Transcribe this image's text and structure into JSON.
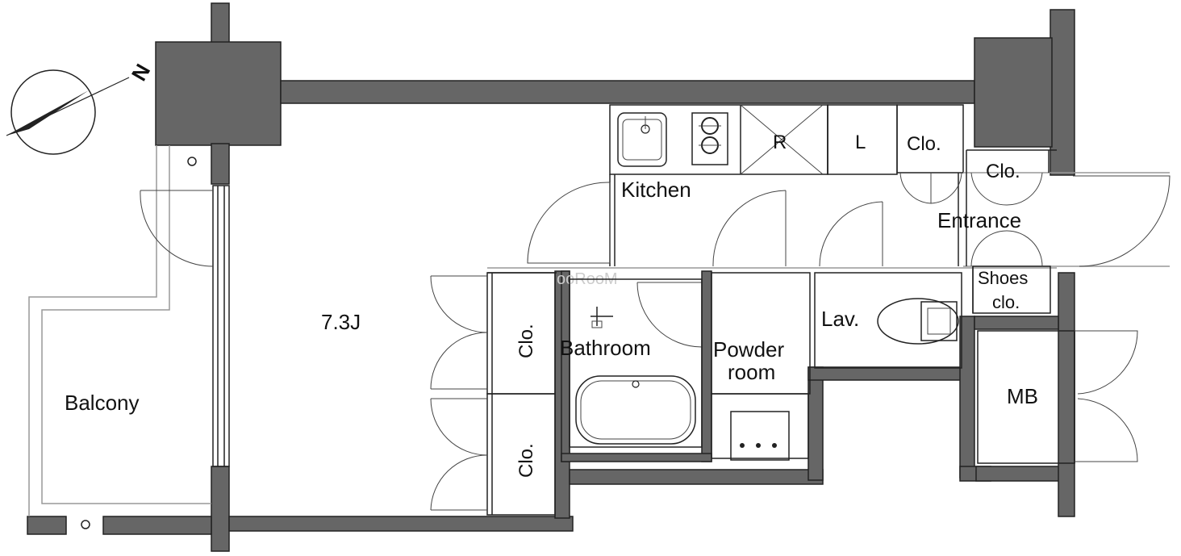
{
  "floorplan": {
    "compass": {
      "north_letter": "N",
      "icon": "compass-icon"
    },
    "rooms": {
      "main_room": "7.3J",
      "balcony": "Balcony",
      "kitchen": "Kitchen",
      "refrigerator": "R",
      "laundry": "L",
      "closet_top": "Clo.",
      "closet_entrance": "Clo.",
      "entrance": "Entrance",
      "shoes_closet_line1": "Shoes",
      "shoes_closet_line2": "clo.",
      "lavatory": "Lav.",
      "bathroom": "Bathroom",
      "powder_room_line1": "Powder",
      "powder_room_line2": "room",
      "closet_upper": "Clo.",
      "closet_lower": "Clo.",
      "meter_box": "MB"
    },
    "watermark": "ooRooM",
    "colors": {
      "wall": "#666666",
      "line": "#222222",
      "text": "#111111",
      "accent_lines": "#999999"
    }
  }
}
